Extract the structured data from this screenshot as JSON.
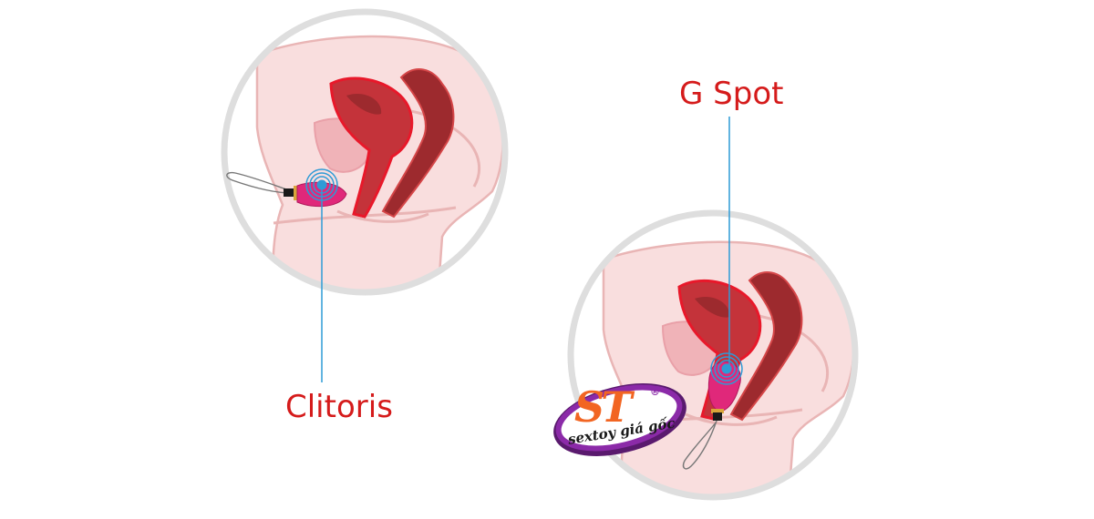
{
  "labels": {
    "g_spot": "G Spot",
    "clitoris": "Clitoris"
  },
  "logo": {
    "mark": "ST",
    "registered": "®",
    "tagline": "sextoy giá gốc"
  },
  "colors": {
    "label_text": "#d51b1b",
    "pointer_line": "#2e9bd6",
    "skin": "#f9dede",
    "skin_outline": "#e9b5b5",
    "circle_ring": "#dedede",
    "organ_dark": "#9d2a2e",
    "organ_red": "#c4333a",
    "organ_outline": "#e8182a",
    "bladder_pink": "#f0b3b8",
    "toy_pink": "#e0287a",
    "logo_orange": "#f26522",
    "logo_purple": "#8b2aa8"
  }
}
